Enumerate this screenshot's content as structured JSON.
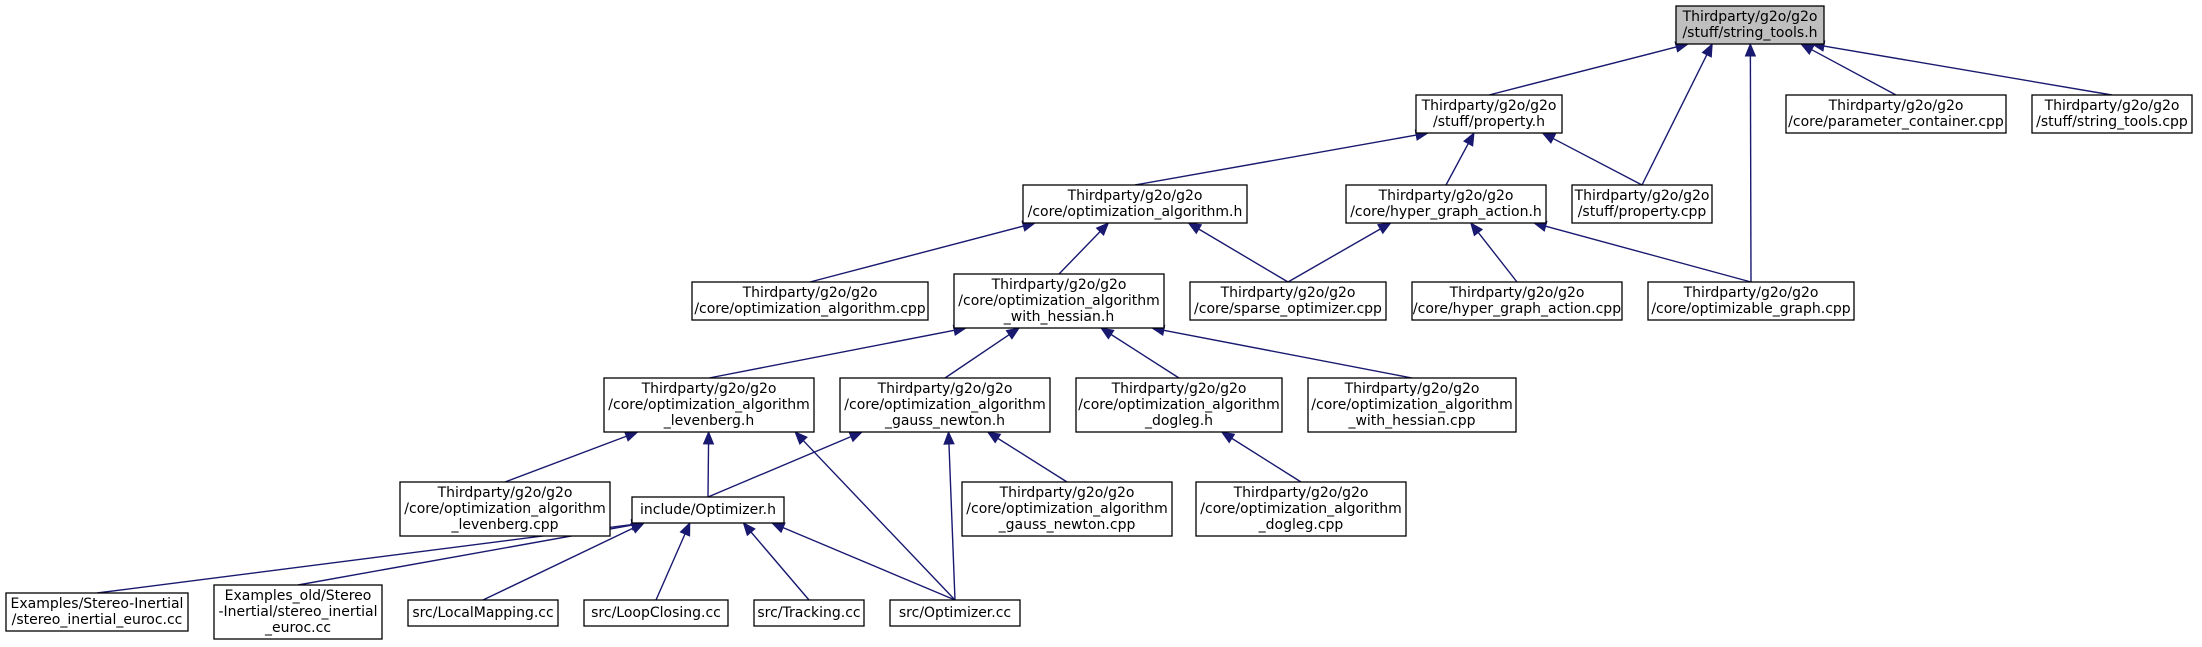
{
  "diagram": {
    "type": "include-dependency-graph",
    "colors": {
      "edge": "#191970",
      "node_border": "#000000",
      "root_fill": "#bfbfbf",
      "node_fill": "#ffffff"
    },
    "nodes": [
      {
        "id": "string_tools_h",
        "lines": [
          "Thirdparty/g2o/g2o",
          "/stuff/string_tools.h"
        ],
        "root": true
      },
      {
        "id": "property_h",
        "lines": [
          "Thirdparty/g2o/g2o",
          "/stuff/property.h"
        ]
      },
      {
        "id": "parameter_container_cpp",
        "lines": [
          "Thirdparty/g2o/g2o",
          "/core/parameter_container.cpp"
        ]
      },
      {
        "id": "string_tools_cpp",
        "lines": [
          "Thirdparty/g2o/g2o",
          "/stuff/string_tools.cpp"
        ]
      },
      {
        "id": "optimization_algorithm_h",
        "lines": [
          "Thirdparty/g2o/g2o",
          "/core/optimization_algorithm.h"
        ]
      },
      {
        "id": "hyper_graph_action_h",
        "lines": [
          "Thirdparty/g2o/g2o",
          "/core/hyper_graph_action.h"
        ]
      },
      {
        "id": "property_cpp",
        "lines": [
          "Thirdparty/g2o/g2o",
          "/stuff/property.cpp"
        ]
      },
      {
        "id": "optimization_algorithm_cpp",
        "lines": [
          "Thirdparty/g2o/g2o",
          "/core/optimization_algorithm.cpp"
        ]
      },
      {
        "id": "oa_with_hessian_h",
        "lines": [
          "Thirdparty/g2o/g2o",
          "/core/optimization_algorithm",
          "_with_hessian.h"
        ]
      },
      {
        "id": "sparse_optimizer_cpp",
        "lines": [
          "Thirdparty/g2o/g2o",
          "/core/sparse_optimizer.cpp"
        ]
      },
      {
        "id": "hyper_graph_action_cpp",
        "lines": [
          "Thirdparty/g2o/g2o",
          "/core/hyper_graph_action.cpp"
        ]
      },
      {
        "id": "optimizable_graph_cpp",
        "lines": [
          "Thirdparty/g2o/g2o",
          "/core/optimizable_graph.cpp"
        ]
      },
      {
        "id": "oa_levenberg_h",
        "lines": [
          "Thirdparty/g2o/g2o",
          "/core/optimization_algorithm",
          "_levenberg.h"
        ]
      },
      {
        "id": "oa_gauss_newton_h",
        "lines": [
          "Thirdparty/g2o/g2o",
          "/core/optimization_algorithm",
          "_gauss_newton.h"
        ]
      },
      {
        "id": "oa_dogleg_h",
        "lines": [
          "Thirdparty/g2o/g2o",
          "/core/optimization_algorithm",
          "_dogleg.h"
        ]
      },
      {
        "id": "oa_with_hessian_cpp",
        "lines": [
          "Thirdparty/g2o/g2o",
          "/core/optimization_algorithm",
          "_with_hessian.cpp"
        ]
      },
      {
        "id": "oa_levenberg_cpp",
        "lines": [
          "Thirdparty/g2o/g2o",
          "/core/optimization_algorithm",
          "_levenberg.cpp"
        ]
      },
      {
        "id": "optimizer_h",
        "lines": [
          "include/Optimizer.h"
        ]
      },
      {
        "id": "oa_gauss_newton_cpp",
        "lines": [
          "Thirdparty/g2o/g2o",
          "/core/optimization_algorithm",
          "_gauss_newton.cpp"
        ]
      },
      {
        "id": "oa_dogleg_cpp",
        "lines": [
          "Thirdparty/g2o/g2o",
          "/core/optimization_algorithm",
          "_dogleg.cpp"
        ]
      },
      {
        "id": "stereo_inertial_euroc_cc",
        "lines": [
          "Examples/Stereo-Inertial",
          "/stereo_inertial_euroc.cc"
        ]
      },
      {
        "id": "old_stereo_inertial_euroc_cc",
        "lines": [
          "Examples_old/Stereo",
          "-Inertial/stereo_inertial",
          "_euroc.cc"
        ]
      },
      {
        "id": "local_mapping_cc",
        "lines": [
          "src/LocalMapping.cc"
        ]
      },
      {
        "id": "loop_closing_cc",
        "lines": [
          "src/LoopClosing.cc"
        ]
      },
      {
        "id": "tracking_cc",
        "lines": [
          "src/Tracking.cc"
        ]
      },
      {
        "id": "optimizer_cc",
        "lines": [
          "src/Optimizer.cc"
        ]
      }
    ],
    "edges": [
      [
        "property_h",
        "string_tools_h"
      ],
      [
        "property_cpp",
        "string_tools_h"
      ],
      [
        "optimizable_graph_cpp",
        "string_tools_h"
      ],
      [
        "parameter_container_cpp",
        "string_tools_h"
      ],
      [
        "string_tools_cpp",
        "string_tools_h"
      ],
      [
        "optimization_algorithm_h",
        "property_h"
      ],
      [
        "hyper_graph_action_h",
        "property_h"
      ],
      [
        "property_cpp",
        "property_h"
      ],
      [
        "optimization_algorithm_cpp",
        "optimization_algorithm_h"
      ],
      [
        "oa_with_hessian_h",
        "optimization_algorithm_h"
      ],
      [
        "sparse_optimizer_cpp",
        "optimization_algorithm_h"
      ],
      [
        "sparse_optimizer_cpp",
        "hyper_graph_action_h"
      ],
      [
        "hyper_graph_action_cpp",
        "hyper_graph_action_h"
      ],
      [
        "optimizable_graph_cpp",
        "hyper_graph_action_h"
      ],
      [
        "oa_levenberg_h",
        "oa_with_hessian_h"
      ],
      [
        "oa_gauss_newton_h",
        "oa_with_hessian_h"
      ],
      [
        "oa_dogleg_h",
        "oa_with_hessian_h"
      ],
      [
        "oa_with_hessian_cpp",
        "oa_with_hessian_h"
      ],
      [
        "oa_levenberg_cpp",
        "oa_levenberg_h"
      ],
      [
        "optimizer_h",
        "oa_levenberg_h"
      ],
      [
        "optimizer_cc",
        "oa_levenberg_h"
      ],
      [
        "optimizer_h",
        "oa_gauss_newton_h"
      ],
      [
        "oa_gauss_newton_cpp",
        "oa_gauss_newton_h"
      ],
      [
        "optimizer_cc",
        "oa_gauss_newton_h"
      ],
      [
        "oa_dogleg_cpp",
        "oa_dogleg_h"
      ],
      [
        "stereo_inertial_euroc_cc",
        "optimizer_h"
      ],
      [
        "old_stereo_inertial_euroc_cc",
        "optimizer_h"
      ],
      [
        "local_mapping_cc",
        "optimizer_h"
      ],
      [
        "loop_closing_cc",
        "optimizer_h"
      ],
      [
        "tracking_cc",
        "optimizer_h"
      ],
      [
        "optimizer_cc",
        "optimizer_h"
      ]
    ]
  }
}
